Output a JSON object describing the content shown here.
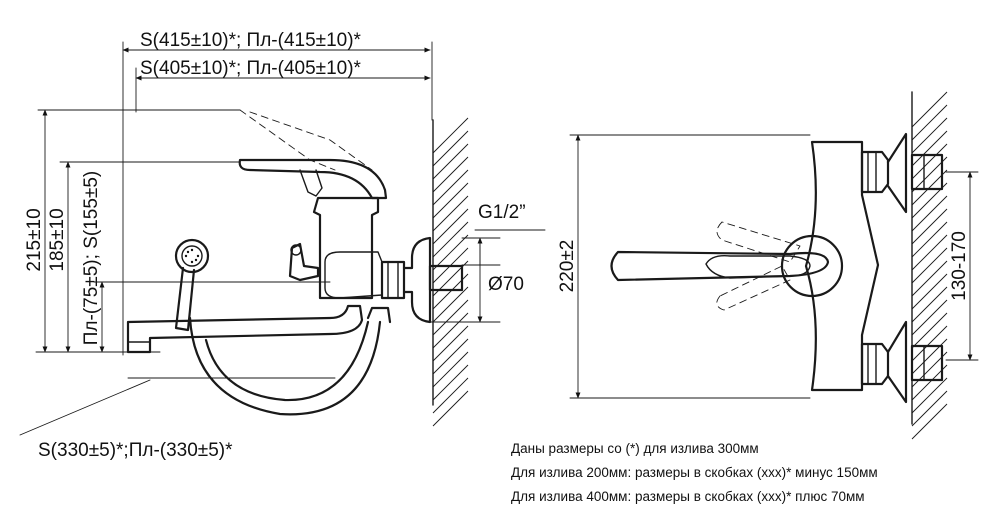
{
  "side_view": {
    "width_outer": "S(415±10)*; Пл-(415±10)*",
    "width_inner": "S(405±10)*; Пл-(405±10)*",
    "height_total": "215±10",
    "height_mid": "185±10",
    "height_spout": "Пл-(75±5); S(155±5)",
    "thread": "G1/2”",
    "diameter": "Ø70",
    "spout_length": "S(330±5)*;Пл-(330±5)*"
  },
  "front_view": {
    "height": "220±2",
    "centers": "130-170"
  },
  "notes": [
    "Даны размеры со (*) для излива 300мм",
    "Для излива 200мм: размеры в скобках (ххх)* минус 150мм",
    "Для излива 400мм: размеры в скобках (ххх)* плюс 70мм"
  ]
}
